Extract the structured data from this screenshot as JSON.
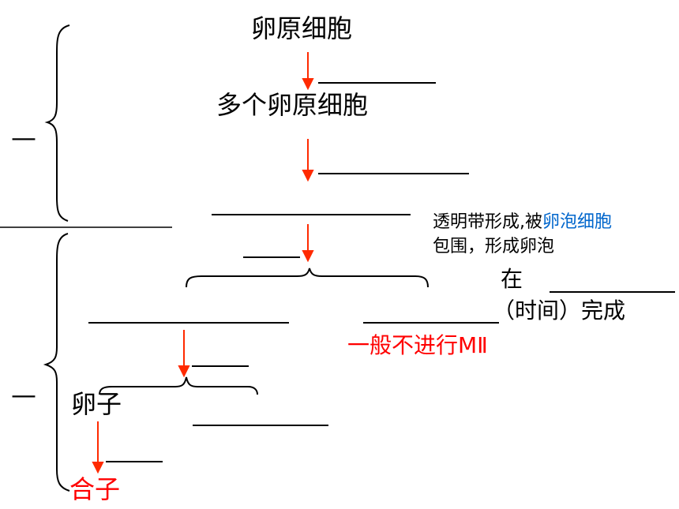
{
  "nodes": {
    "oogonium": "卵原细胞",
    "many_oogonia": "多个卵原细胞",
    "egg": "卵子",
    "zygote": "合子"
  },
  "notes": {
    "zona_prefix": "透明带形成,被",
    "zona_blue": "卵泡细胞",
    "zona_line2": "包围，形成卵泡",
    "zai": "在",
    "time_completed": "（时间）完成",
    "no_mii": "一般不进行MⅡ"
  },
  "side_marks": {
    "upper_dash": "—",
    "lower_dash": "—"
  },
  "colors": {
    "arrow": "#ff2a00",
    "highlight": "#ff0000",
    "blue_text": "#0066cc"
  }
}
